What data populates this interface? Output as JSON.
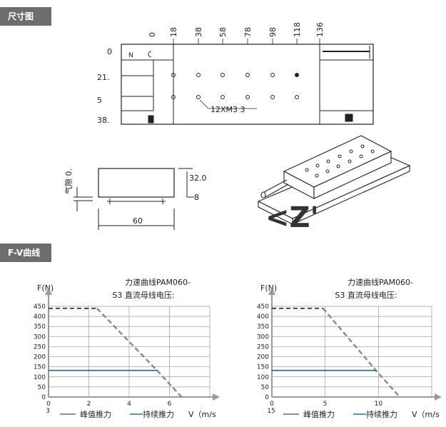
{
  "sections": {
    "dimension_title": "尺寸图",
    "fv_title": "F-V曲线"
  },
  "top_view": {
    "x_labels": [
      "0",
      "18",
      "38",
      "58",
      "78",
      "98",
      "118",
      "136"
    ],
    "y_labels": [
      "0",
      "21.",
      "5",
      "38."
    ],
    "hole_callout": "12XM3   3",
    "n_mark": "N"
  },
  "side_view": {
    "air_gap_label": "气隙 0.",
    "height_label": "32.0",
    "thickness_label": "8",
    "width_label": "60"
  },
  "iso_view": {
    "letters": "<Z'"
  },
  "legend": {
    "peak": "峰值推力",
    "continuous": "持续推力"
  },
  "colors": {
    "continuous": "#2f6f80",
    "peak_left": "#222222",
    "slope": "#888888"
  },
  "chart_data": [
    {
      "type": "line",
      "title": "力速曲线PAM060-",
      "subtitle": "S3 直流母线电压:",
      "ylabel": "F(N)",
      "xlabel": "V（m/s",
      "ylim": [
        0,
        450
      ],
      "xlim": [
        0,
        8
      ],
      "x_ticks": [
        "0",
        "2",
        "4",
        "6"
      ],
      "x_tick_values": [
        0,
        2,
        4,
        6
      ],
      "x_tick_below_zero": "3",
      "y_ticks": [
        "0",
        "50",
        "100",
        "150",
        "200",
        "250",
        "300",
        "350",
        "400",
        "450"
      ],
      "y_tick_values": [
        0,
        50,
        100,
        150,
        200,
        250,
        300,
        350,
        400,
        450
      ],
      "series": [
        {
          "name": "峰值推力",
          "style": "dashed-black",
          "points": [
            [
              0,
              440
            ],
            [
              2.4,
              440
            ]
          ]
        },
        {
          "name": "",
          "style": "dashed-gray",
          "points": [
            [
              2.4,
              440
            ],
            [
              5.4,
              130
            ],
            [
              6.6,
              0
            ]
          ]
        },
        {
          "name": "持续推力",
          "style": "solid-teal",
          "points": [
            [
              0,
              132
            ],
            [
              5.4,
              132
            ]
          ]
        }
      ]
    },
    {
      "type": "line",
      "title": "力速曲线PAM060-",
      "subtitle": "S3 直流母线电压:",
      "ylabel": "F(N)",
      "xlabel": "V（m/s",
      "ylim": [
        0,
        450
      ],
      "xlim": [
        0,
        15
      ],
      "x_ticks": [
        "0",
        "5",
        "10"
      ],
      "x_tick_values": [
        0,
        5,
        10
      ],
      "x_tick_below_zero": "15",
      "y_ticks": [
        "0",
        "50",
        "100",
        "150",
        "200",
        "250",
        "300",
        "350",
        "400",
        "450"
      ],
      "y_tick_values": [
        0,
        50,
        100,
        150,
        200,
        250,
        300,
        350,
        400,
        450
      ],
      "series": [
        {
          "name": "峰值推力",
          "style": "dashed-black",
          "points": [
            [
              0,
              440
            ],
            [
              4.8,
              440
            ]
          ]
        },
        {
          "name": "",
          "style": "dashed-gray",
          "points": [
            [
              4.8,
              440
            ],
            [
              9.8,
              130
            ],
            [
              12,
              0
            ]
          ]
        },
        {
          "name": "持续推力",
          "style": "solid-teal",
          "points": [
            [
              0,
              132
            ],
            [
              9.8,
              132
            ]
          ]
        }
      ]
    }
  ]
}
